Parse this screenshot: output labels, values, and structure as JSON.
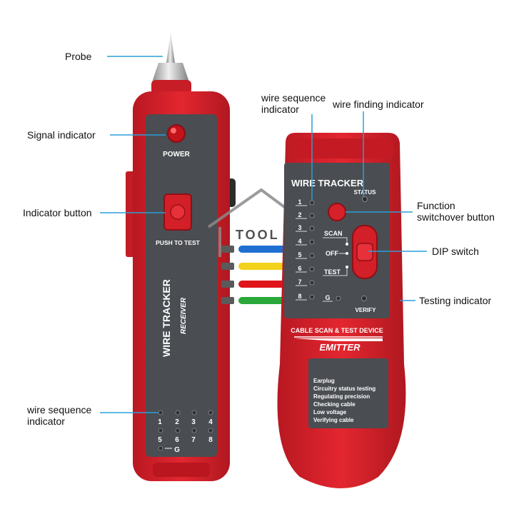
{
  "callouts": {
    "probe": "Probe",
    "signal_indicator": "Signal indicator",
    "indicator_button": "Indicator button",
    "wire_seq_receiver_1": "wire sequence",
    "wire_seq_receiver_2": "indicator",
    "wire_seq_emitter_1": "wire sequence",
    "wire_seq_emitter_2": "indicator",
    "wire_finding_indicator": "wire finding indicator",
    "function_switchover_1": "Function",
    "function_switchover_2": "switchover button",
    "dip_switch": "DIP switch",
    "testing_indicator": "Testing indicator"
  },
  "receiver": {
    "power_label": "POWER",
    "push_to_test": "PUSH TO TEST",
    "brand": "WIRE TRACKER",
    "model": "RECEIVER",
    "led_numbers_top": [
      "1",
      "2",
      "3",
      "4"
    ],
    "led_numbers_bottom": [
      "5",
      "6",
      "7",
      "8"
    ],
    "ground_label": "G"
  },
  "emitter": {
    "brand": "WIRE TRACKER",
    "status_label": "STATUS",
    "channel_numbers": [
      "1",
      "2",
      "3",
      "4",
      "5",
      "6",
      "7",
      "8"
    ],
    "ground_label": "G",
    "scan_label": "SCAN",
    "off_label": "OFF",
    "test_label": "TEST",
    "verify_label": "VERIFY",
    "device_title": "CABLE SCAN & TEST DEVICE",
    "model": "EMITTER",
    "features": [
      "Earplug",
      "Circuitry status testing",
      "Regulating precision",
      "Checking cable",
      "Low voltage",
      "Verifying cable"
    ]
  },
  "watermark": {
    "text": "TOOL"
  },
  "colors": {
    "device_red": "#d8202a",
    "panel_dark": "#4a4d52",
    "callout_line": "#2a9fd8",
    "wire_blue": "#1f6fd1",
    "wire_yellow": "#f2d21a",
    "wire_red": "#e0141b",
    "wire_green": "#2aa83a"
  }
}
